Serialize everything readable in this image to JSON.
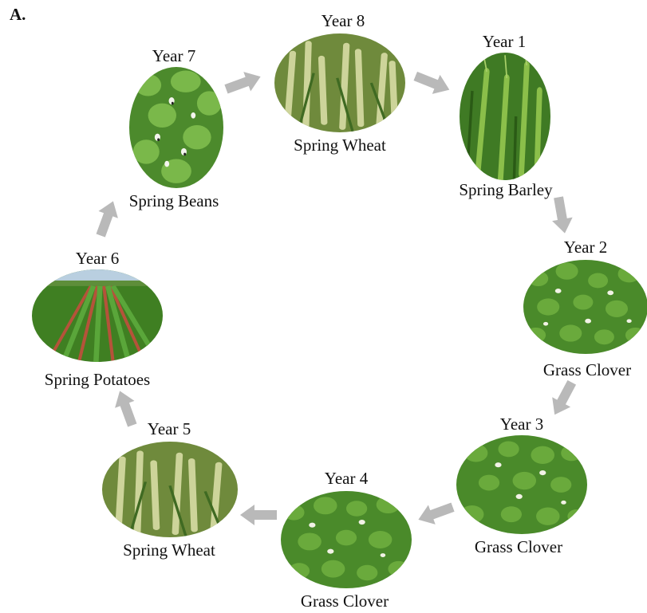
{
  "panel_label": "A.",
  "stages": [
    {
      "year": "Year 1",
      "crop": "Spring Barley",
      "image": "barley"
    },
    {
      "year": "Year 2",
      "crop": "Grass Clover",
      "image": "clover"
    },
    {
      "year": "Year 3",
      "crop": "Grass Clover",
      "image": "clover"
    },
    {
      "year": "Year 4",
      "crop": "Grass Clover",
      "image": "clover"
    },
    {
      "year": "Year 5",
      "crop": "Spring Wheat",
      "image": "wheat"
    },
    {
      "year": "Year 6",
      "crop": "Spring Potatoes",
      "image": "potato-field"
    },
    {
      "year": "Year 7",
      "crop": "Spring Beans",
      "image": "beans"
    },
    {
      "year": "Year 8",
      "crop": "Spring Wheat",
      "image": "wheat"
    }
  ],
  "colors": {
    "arrow": "#b9b9b9",
    "text": "#111111",
    "foliage": "#4f8f2a",
    "wheat": "#b7c283"
  },
  "icons": {
    "arrow": "thick-gray-arrow"
  }
}
